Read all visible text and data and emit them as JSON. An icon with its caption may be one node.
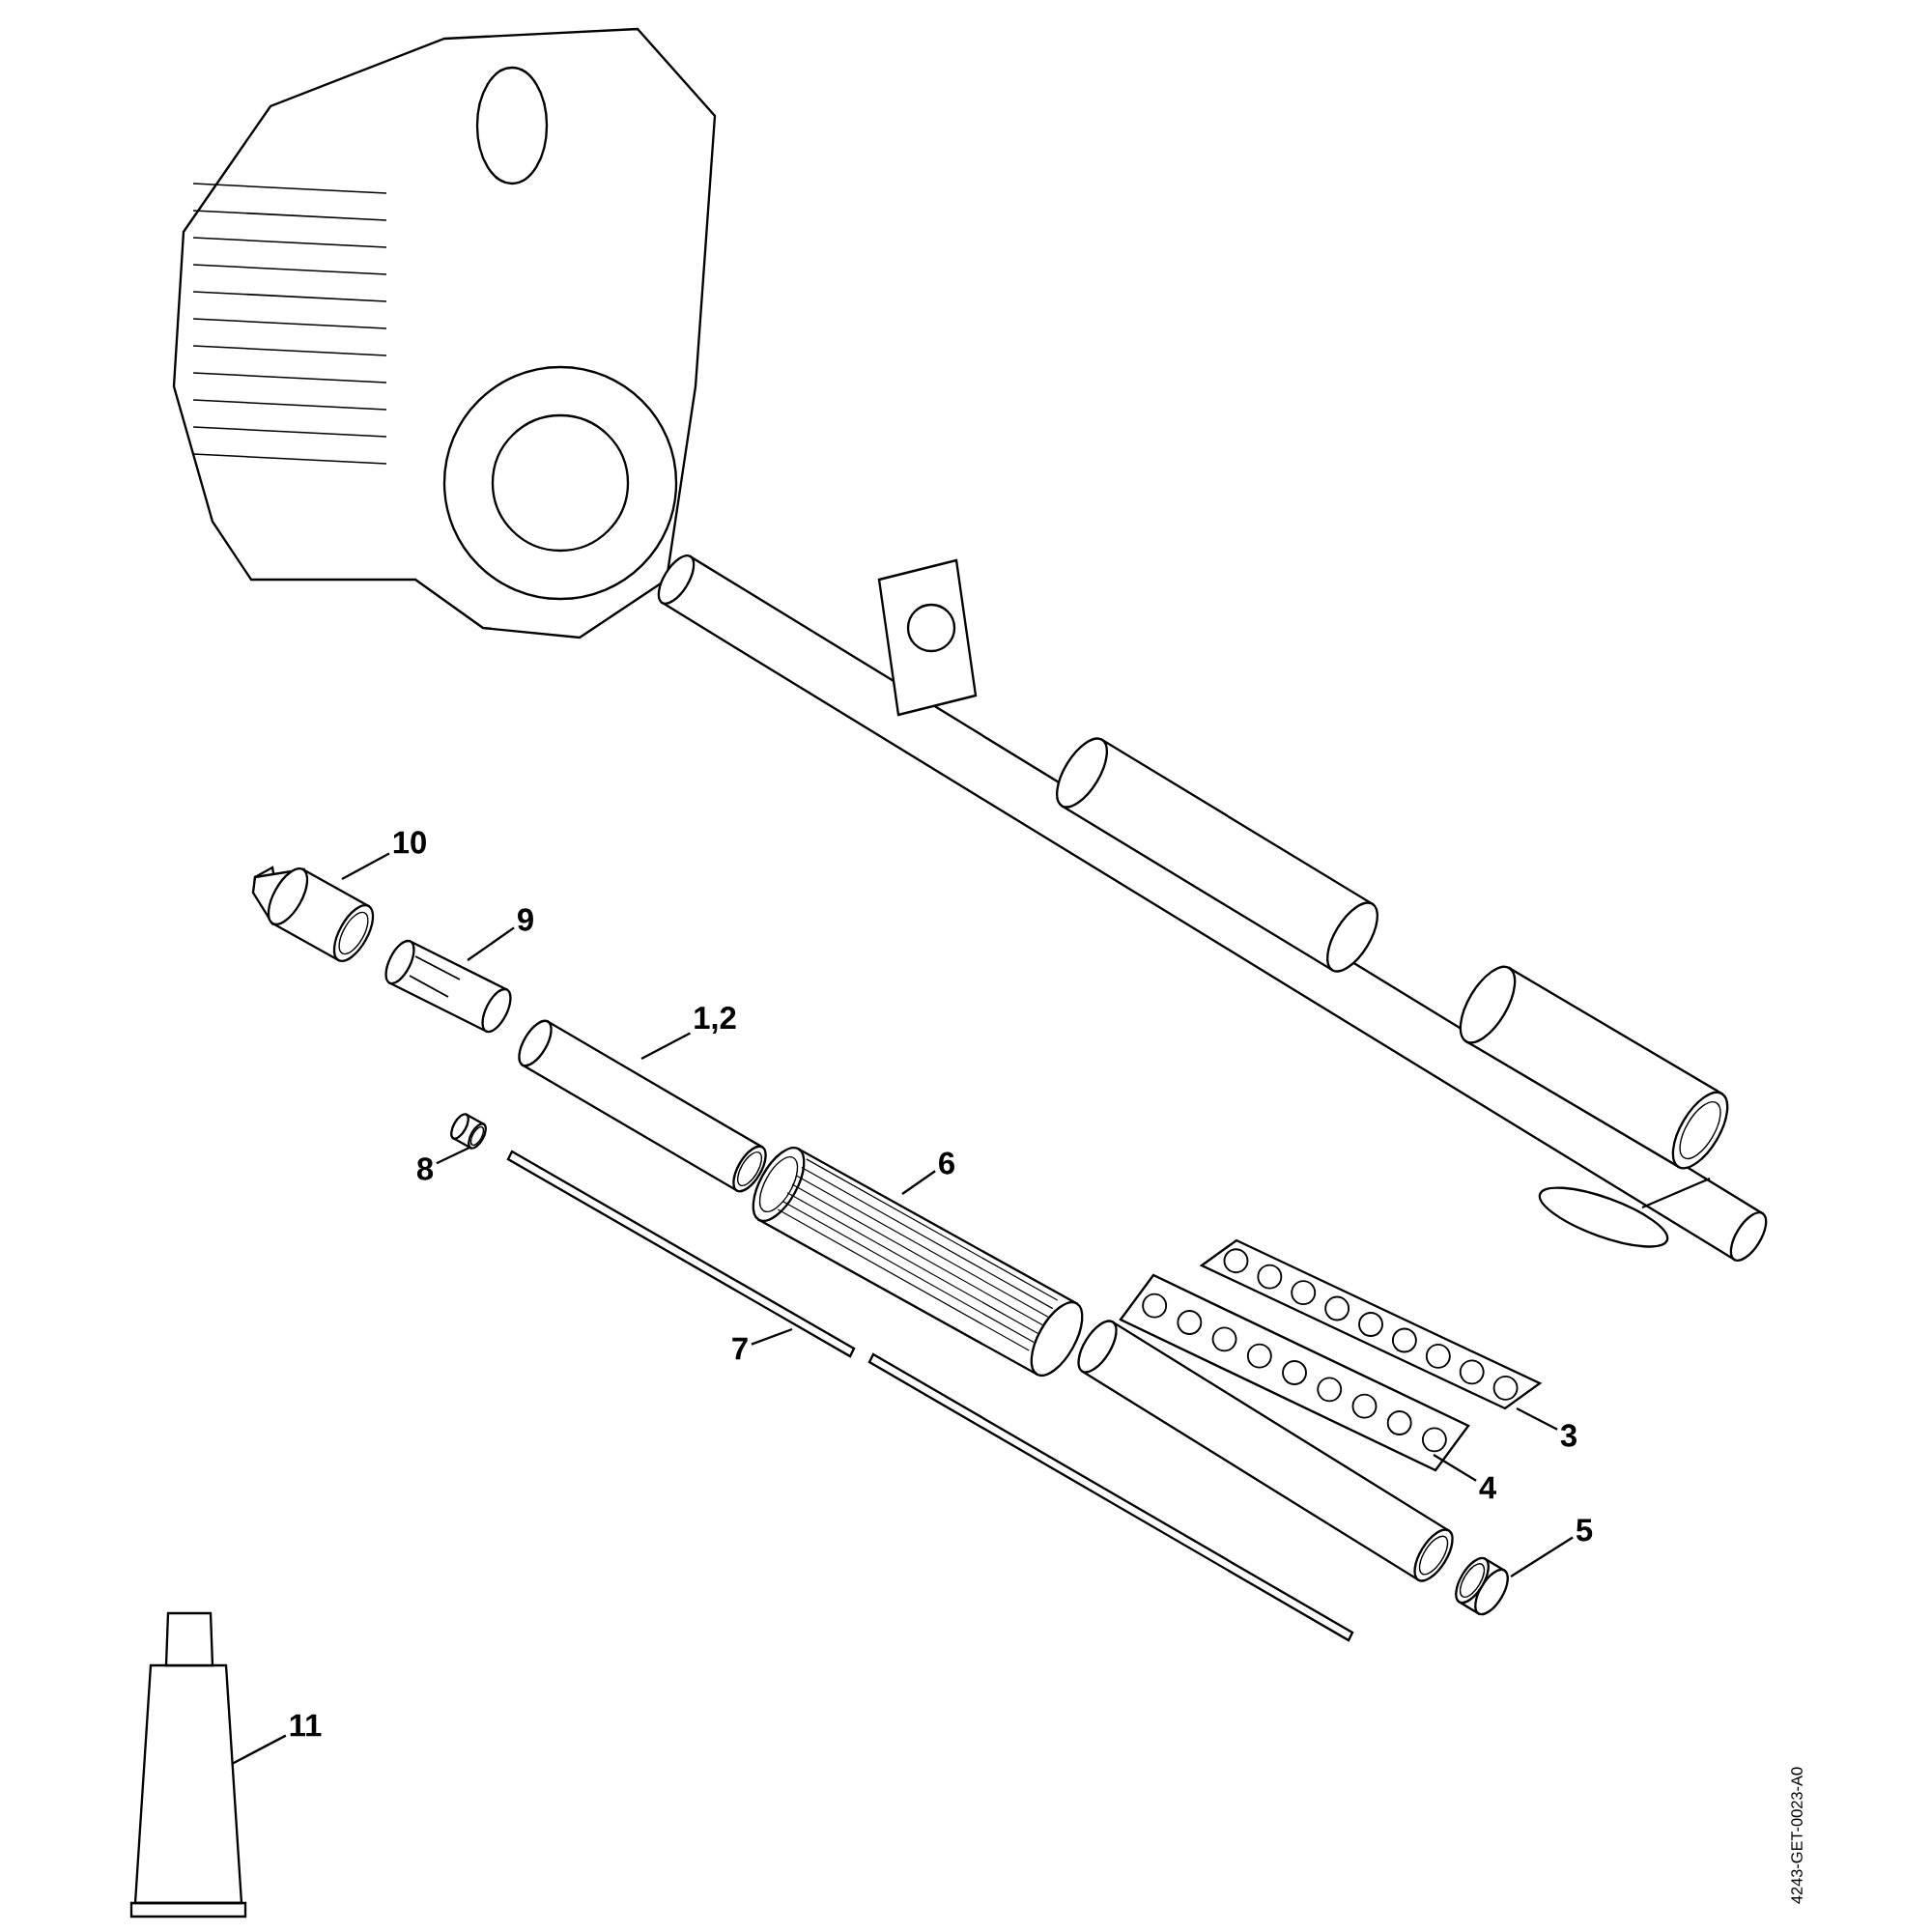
{
  "diagram": {
    "nodes": [
      {
        "text": [
          "10"
        ]
      },
      {
        "text": [
          "9"
        ]
      },
      {
        "text": [
          "1,2"
        ]
      },
      {
        "text": [
          "8"
        ]
      },
      {
        "text": [
          "6"
        ]
      },
      {
        "text": [
          "7"
        ]
      },
      {
        "text": [
          "3"
        ]
      },
      {
        "text": [
          "4"
        ]
      },
      {
        "text": [
          "5"
        ]
      },
      {
        "text": [
          "11"
        ]
      },
      {
        "text": [],
        "shape": "picture"
      },
      {
        "text": [],
        "shape": "picture"
      },
      {
        "text": [],
        "shape": "picture"
      },
      {
        "text": [],
        "shape": "picture"
      },
      {
        "text": [],
        "shape": "picture"
      },
      {
        "text": [],
        "shape": "picture"
      },
      {
        "text": [],
        "shape": "picture"
      },
      {
        "text": [],
        "shape": "picture"
      },
      {
        "text": [],
        "shape": "picture"
      },
      {
        "text": [],
        "shape": "picture"
      }
    ],
    "edges": [
      {
        "from": 0,
        "to": 10,
        "arrow": "none"
      },
      {
        "from": 1,
        "to": 11,
        "arrow": "none"
      },
      {
        "from": 2,
        "to": 12,
        "arrow": "none"
      },
      {
        "from": 3,
        "to": 13,
        "arrow": "none"
      },
      {
        "from": 4,
        "to": 14,
        "arrow": "none"
      },
      {
        "from": 5,
        "to": 15,
        "arrow": "none"
      },
      {
        "from": 6,
        "to": 16,
        "arrow": "none"
      },
      {
        "from": 7,
        "to": 17,
        "arrow": "none"
      },
      {
        "from": 8,
        "to": 18,
        "arrow": "none"
      },
      {
        "from": 9,
        "to": 19,
        "arrow": "none"
      }
    ],
    "labels": [
      "4243-GET-0023-A0"
    ]
  }
}
